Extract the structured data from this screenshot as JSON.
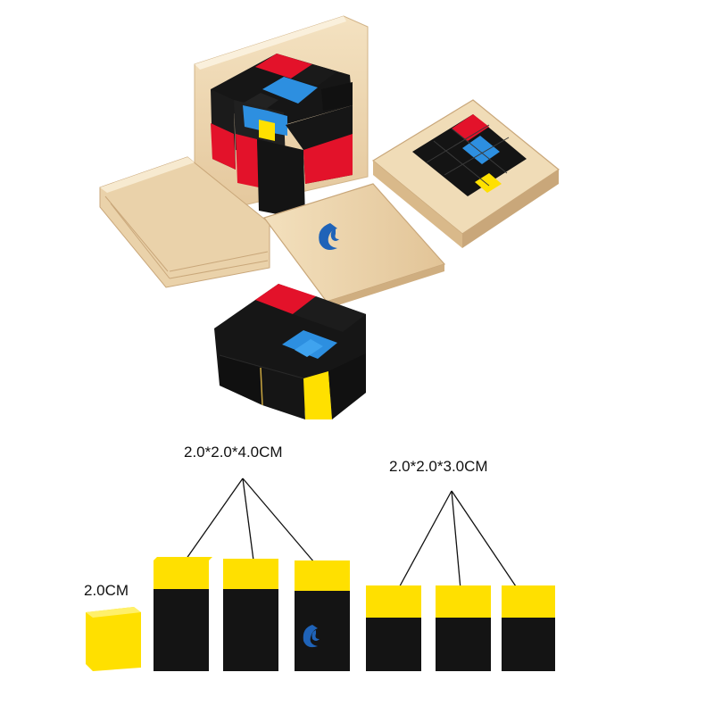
{
  "image": {
    "scene": "Montessori trinomial cube product photo",
    "labels": {
      "long_prism": "2.0*2.0*4.0CM",
      "short_prism": "2.0*2.0*3.0CM",
      "small_cube": "2.0CM"
    },
    "colors": {
      "wood_light": "#f1dcb8",
      "wood_mid": "#e3c79c",
      "wood_dark": "#c9a77a",
      "red": "#e3122a",
      "blue": "#2d8fe0",
      "yellow": "#ffe000",
      "black": "#131313",
      "logo_blue": "#1f63b8"
    }
  }
}
